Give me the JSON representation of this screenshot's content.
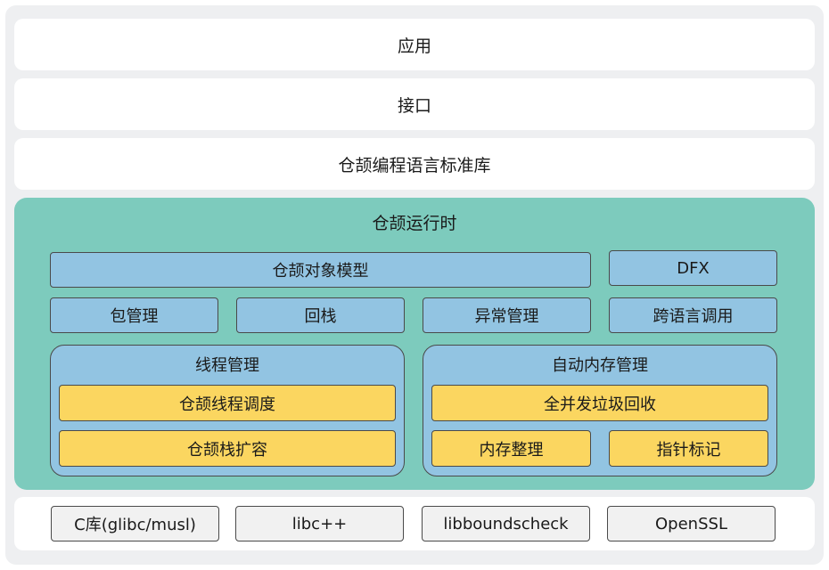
{
  "layers": {
    "app": "应用",
    "interface": "接口",
    "stdlib": "仓颉编程语言标准库"
  },
  "runtime": {
    "title": "仓颉运行时",
    "object_model": "仓颉对象模型",
    "dfx": "DFX",
    "row2": [
      "包管理",
      "回栈",
      "异常管理",
      "跨语言调用"
    ],
    "thread_mgmt": {
      "title": "线程管理",
      "items": [
        "仓颉线程调度",
        "仓颉栈扩容"
      ]
    },
    "memory_mgmt": {
      "title": "自动内存管理",
      "gc": "全并发垃圾回收",
      "items": [
        "内存整理",
        "指针标记"
      ]
    }
  },
  "libs": [
    "C库(glibc/musl)",
    "libc++",
    "libboundscheck",
    "OpenSSL"
  ],
  "colors": {
    "runtime_bg": "#7dcbbd",
    "module_blue": "#92c4e2",
    "module_yellow": "#fbd660",
    "lib_gray": "#f1f1f1"
  }
}
